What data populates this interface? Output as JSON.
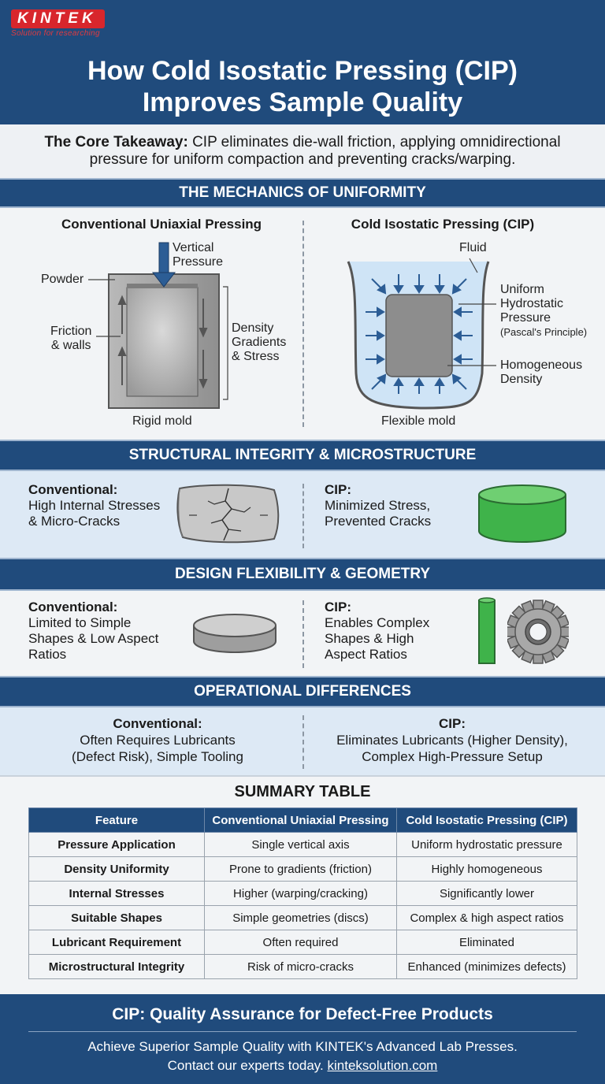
{
  "logo": {
    "name": "KINTEK",
    "tagline": "Solution for researching"
  },
  "title": {
    "line1": "How Cold Isostatic Pressing  (CIP)",
    "line2": "Improves Sample Quality"
  },
  "takeaway": {
    "label": "The Core Takeaway:",
    "text_line1": "CIP eliminates die-wall friction, applying omnidirectional",
    "text_line2": "pressure for uniform compaction and preventing cracks/warping."
  },
  "mechanics": {
    "heading": "THE MECHANICS OF UNIFORMITY",
    "left": {
      "title": "Conventional Uniaxial Pressing",
      "vertical_1": "Vertical",
      "vertical_2": "Pressure",
      "powder": "Powder",
      "friction_1": "Friction",
      "friction_2": "& walls",
      "density_1": "Density",
      "density_2": "Gradients",
      "density_3": "& Stress",
      "mold": "Rigid mold"
    },
    "right": {
      "title": "Cold Isostatic Pressing (CIP)",
      "fluid": "Fluid",
      "uniform_1": "Uniform",
      "uniform_2": "Hydrostatic",
      "uniform_3": "Pressure",
      "uniform_4": "(Pascal's Principle)",
      "homog_1": "Homogeneous",
      "homog_2": "Density",
      "mold": "Flexible mold"
    }
  },
  "structural": {
    "heading": "STRUCTURAL INTEGRITY & MICROSTRUCTURE",
    "left_title": "Conventional:",
    "left_1": "High Internal Stresses",
    "left_2": "& Micro-Cracks",
    "right_title": "CIP:",
    "right_1": "Minimized Stress,",
    "right_2": "Prevented Cracks"
  },
  "design": {
    "heading": "DESIGN FLEXIBILITY & GEOMETRY",
    "left_title": "Conventional:",
    "left_1": "Limited to Simple",
    "left_2": "Shapes & Low Aspect",
    "left_3": "Ratios",
    "right_title": "CIP:",
    "right_1": "Enables Complex",
    "right_2": "Shapes & High",
    "right_3": "Aspect Ratios"
  },
  "operational": {
    "heading": "OPERATIONAL DIFFERENCES",
    "left_title": "Conventional:",
    "left_1": "Often Requires Lubricants",
    "left_2": "(Defect Risk), Simple Tooling",
    "right_title": "CIP:",
    "right_1": "Eliminates Lubricants (Higher Density),",
    "right_2": "Complex High-Pressure Setup"
  },
  "summary": {
    "heading": "SUMMARY TABLE",
    "columns": [
      "Feature",
      "Conventional Uniaxial Pressing",
      "Cold Isostatic Pressing (CIP)"
    ],
    "rows": [
      [
        "Pressure Application",
        "Single vertical axis",
        "Uniform hydrostatic pressure"
      ],
      [
        "Density Uniformity",
        "Prone to gradients (friction)",
        "Highly homogeneous"
      ],
      [
        "Internal Stresses",
        "Higher (warping/cracking)",
        "Significantly lower"
      ],
      [
        "Suitable Shapes",
        "Simple geometries (discs)",
        "Complex & high aspect ratios"
      ],
      [
        "Lubricant Requirement",
        "Often required",
        "Eliminated"
      ],
      [
        "Microstructural Integrity",
        "Risk of micro-cracks",
        "Enhanced (minimizes defects)"
      ]
    ]
  },
  "footer": {
    "headline": "CIP: Quality Assurance for Defect-Free Products",
    "line1": "Achieve Superior Sample Quality with KINTEK's Advanced Lab Presses.",
    "line2_prefix": "Contact our experts today. ",
    "link": "kinteksolution.com"
  }
}
